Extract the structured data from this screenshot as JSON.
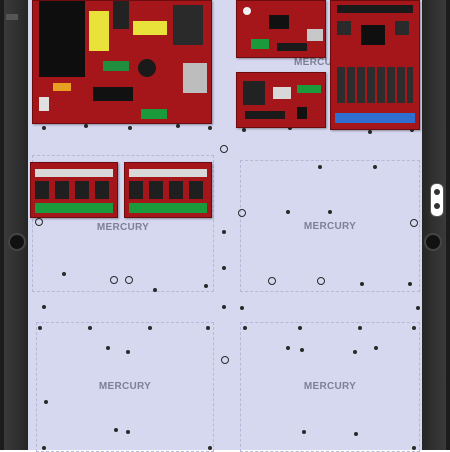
{
  "enclosure": {
    "colors": {
      "enclosure": "#2b2b2b",
      "backplate": "#d6d8f0",
      "board_red": "#a5161a",
      "terminal_green": "#1a9a3a",
      "terminal_blue": "#2f6fd0",
      "label_gray": "#7d8097"
    }
  },
  "slots": [
    {
      "label": "MERCURY"
    },
    {
      "label": "MERCURY"
    },
    {
      "label": "MERCURY"
    },
    {
      "label": "MERCURY"
    },
    {
      "label": "MERCURY"
    }
  ],
  "boards": [
    {
      "name": "power-supply-board"
    },
    {
      "name": "controller-board-top"
    },
    {
      "name": "controller-board-middle"
    },
    {
      "name": "relay-output-board"
    },
    {
      "name": "relay-module-left"
    },
    {
      "name": "relay-module-right"
    }
  ],
  "icons": {
    "tamper_switch": "tamper-switch-icon",
    "mount_ear": "mount-ear-icon"
  }
}
